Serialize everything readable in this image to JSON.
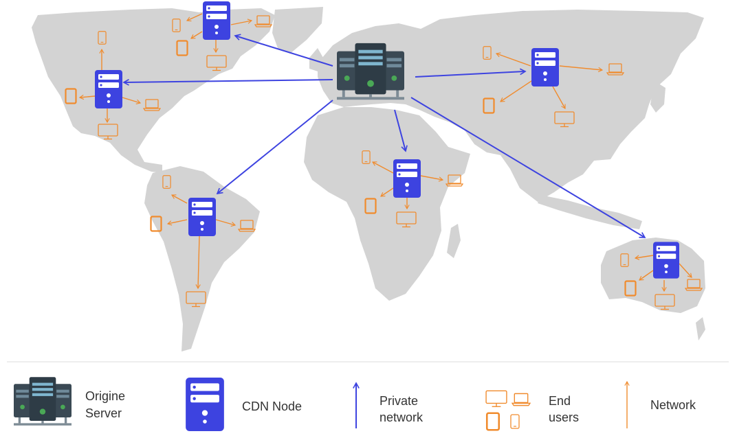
{
  "colors": {
    "land": "#d3d3d3",
    "cdn_node": "#3d43e0",
    "private_link": "#3d43e0",
    "network_link": "#f08b2d",
    "end_user": "#f08b2d",
    "origin_body": "#35444f",
    "origin_led": "#4aa856",
    "divider": "#dddddd"
  },
  "diagram": {
    "nodes": [
      {
        "id": "origin",
        "kind": "origin-server",
        "region": "Europe"
      },
      {
        "id": "cdn-canada",
        "kind": "cdn-node",
        "region": "Canada"
      },
      {
        "id": "cdn-usa",
        "kind": "cdn-node",
        "region": "North America"
      },
      {
        "id": "cdn-asia",
        "kind": "cdn-node",
        "region": "Asia"
      },
      {
        "id": "cdn-africa",
        "kind": "cdn-node",
        "region": "Africa"
      },
      {
        "id": "cdn-south-america",
        "kind": "cdn-node",
        "region": "South America"
      },
      {
        "id": "cdn-australia",
        "kind": "cdn-node",
        "region": "Australia"
      }
    ],
    "private_links": [
      {
        "from": "origin",
        "to": "cdn-canada"
      },
      {
        "from": "origin",
        "to": "cdn-usa"
      },
      {
        "from": "origin",
        "to": "cdn-asia"
      },
      {
        "from": "origin",
        "to": "cdn-africa"
      },
      {
        "from": "origin",
        "to": "cdn-south-america"
      },
      {
        "from": "origin",
        "to": "cdn-australia"
      }
    ],
    "end_user_devices_per_node": [
      "phone",
      "laptop",
      "monitor",
      "tablet"
    ]
  },
  "legend": {
    "origin": {
      "line1": "Origine",
      "line2": "Server"
    },
    "cdn": {
      "label": "CDN Node"
    },
    "private": {
      "line1": "Private",
      "line2": "network"
    },
    "users": {
      "line1": "End",
      "line2": "users"
    },
    "network": {
      "label": "Network"
    }
  }
}
